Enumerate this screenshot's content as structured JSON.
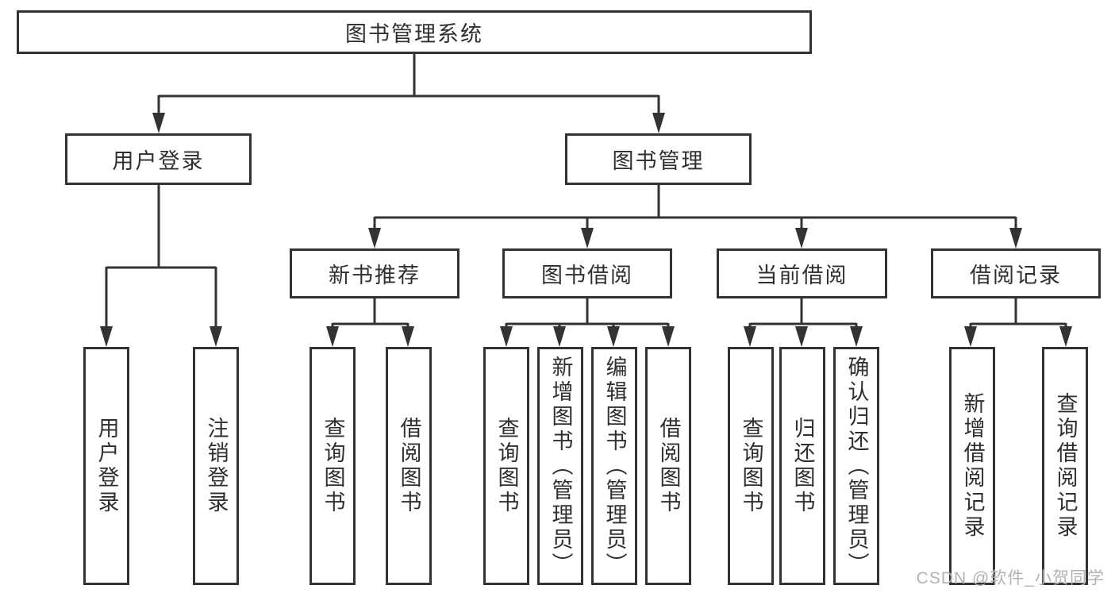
{
  "diagram": {
    "root": {
      "label": "图书管理系统"
    },
    "level2": [
      {
        "label": "用户登录"
      },
      {
        "label": "图书管理"
      }
    ],
    "level3": [
      {
        "label": "新书推荐"
      },
      {
        "label": "图书借阅"
      },
      {
        "label": "当前借阅"
      },
      {
        "label": "借阅记录"
      }
    ],
    "leaves": {
      "user_login": [
        "用户登录",
        "注销登录"
      ],
      "new_book": [
        "查询图书",
        "借阅图书"
      ],
      "book_borrow": [
        "查询图书",
        "新增图书（管理员）",
        "编辑图书（管理员）",
        "借阅图书"
      ],
      "current_borrow": [
        "查询图书",
        "归还图书",
        "确认归还（管理员）"
      ],
      "records": [
        "新增借阅记录",
        "查询借阅记录"
      ]
    },
    "watermark": {
      "text": "CSDN @软件_小贺同学"
    },
    "colors": {
      "line": "#333333",
      "text": "#2f2f2f",
      "box_background": "#ffffff",
      "watermark": "#b3b3b3"
    }
  }
}
